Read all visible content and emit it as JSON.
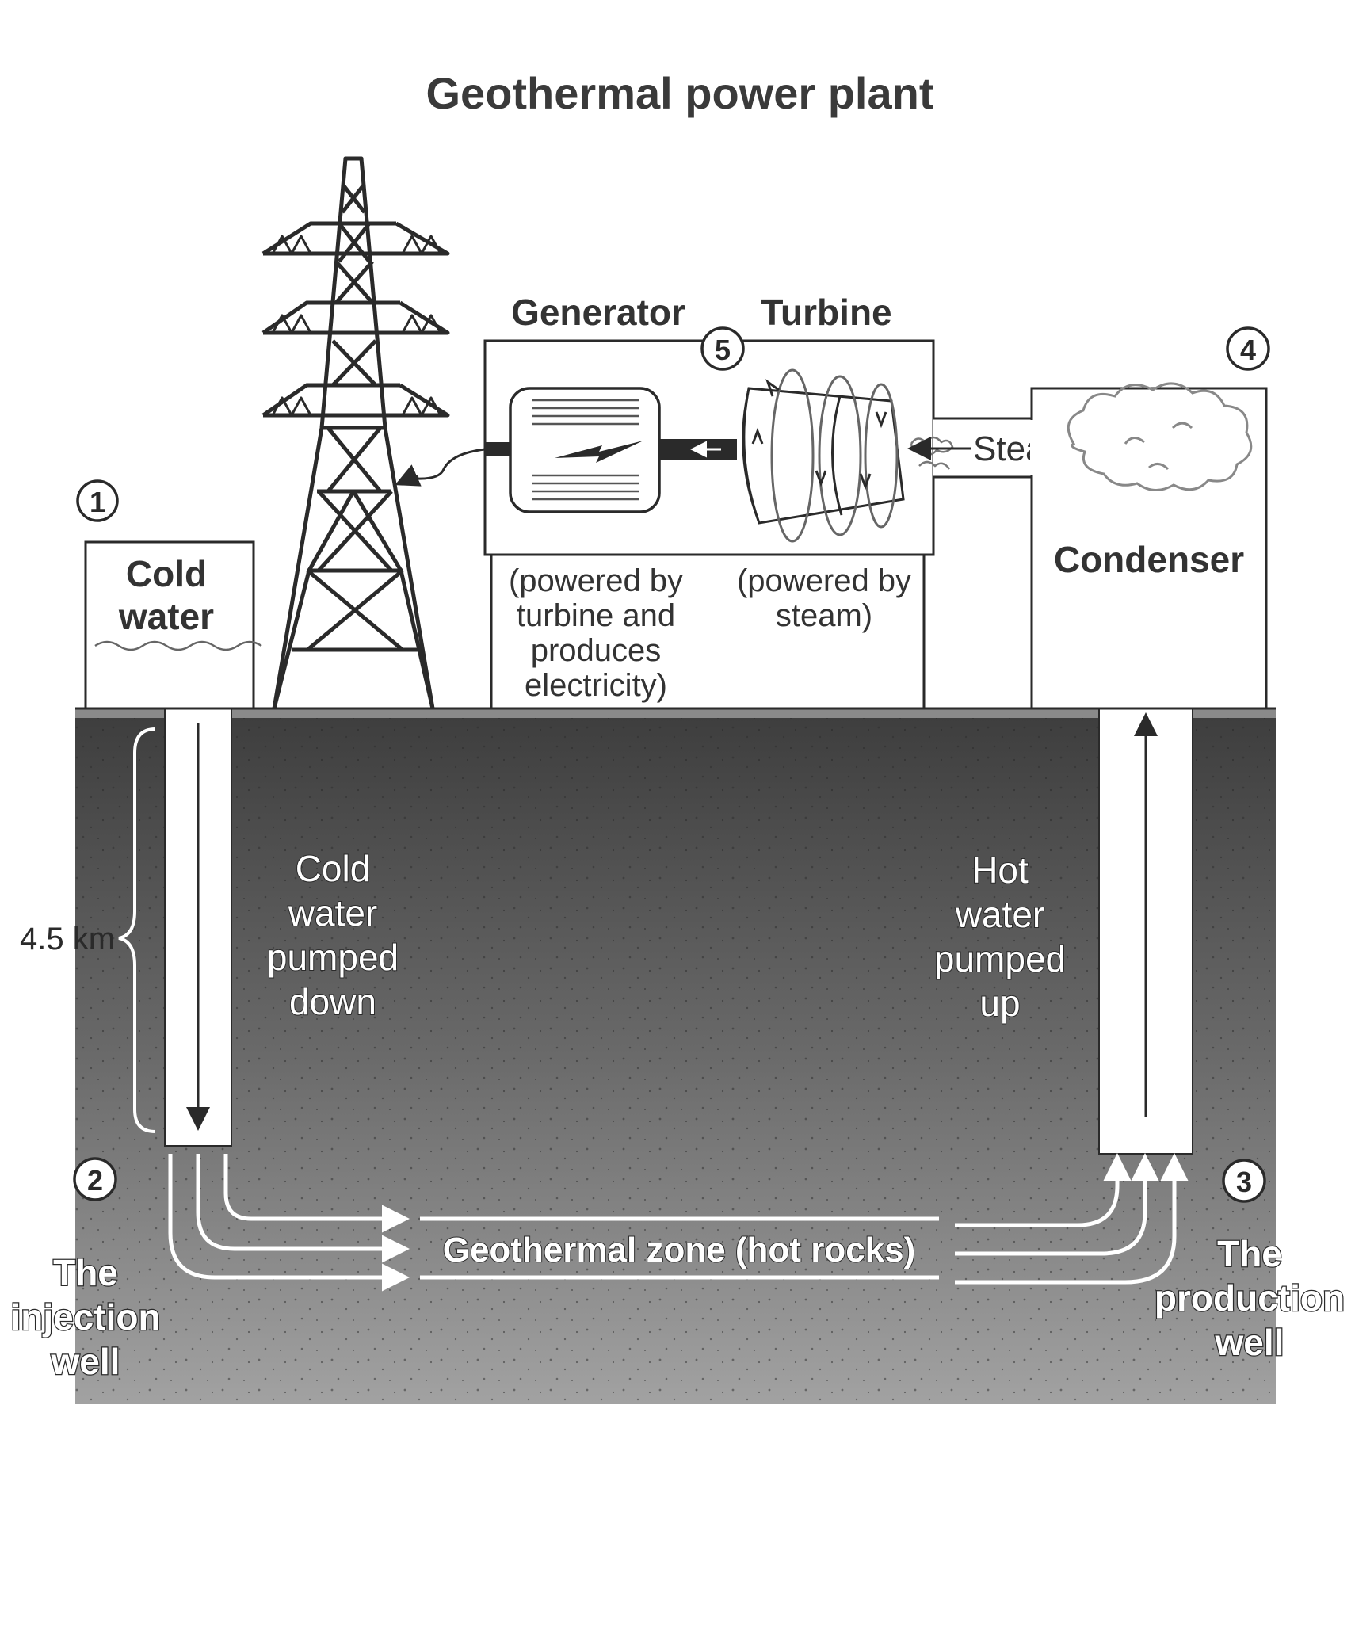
{
  "title": "Geothermal power plant",
  "labels": {
    "generator": "Generator",
    "turbine": "Turbine",
    "steam": "Steam",
    "condenser": "Condenser",
    "cold_water_tank_line1": "Cold",
    "cold_water_tank_line2": "water",
    "generator_note": [
      "(powered by",
      "turbine and",
      "produces",
      "electricity)"
    ],
    "turbine_note": [
      "(powered by",
      "steam)"
    ],
    "depth": "4.5 km",
    "cold_down": [
      "Cold",
      "water",
      "pumped",
      "down"
    ],
    "hot_up": [
      "Hot",
      "water",
      "pumped",
      "up"
    ],
    "zone": "Geothermal zone (hot rocks)",
    "injection_well": [
      "The",
      "injection",
      "well"
    ],
    "production_well": [
      "The",
      "production",
      "well"
    ]
  },
  "steps": [
    "1",
    "2",
    "3",
    "4",
    "5"
  ],
  "colors": {
    "ground_top": "#3f3f3f",
    "ground_bottom": "#9a9a9a",
    "line": "#2a2a2a",
    "text": "#333333",
    "arrow_white": "#ffffff"
  }
}
